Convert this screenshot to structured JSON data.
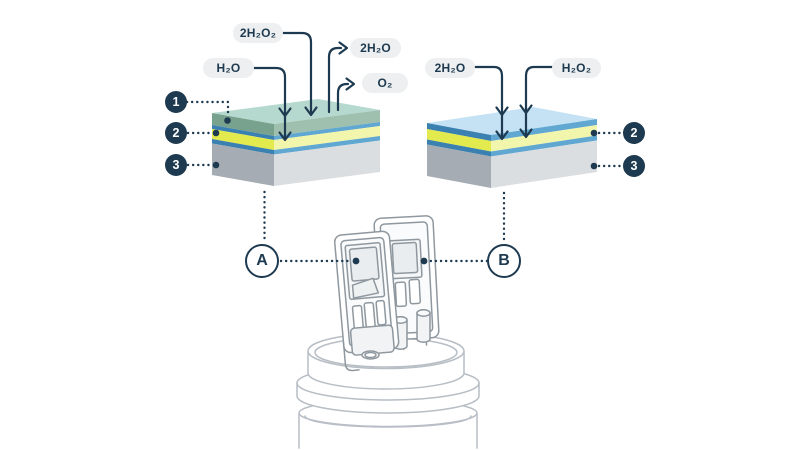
{
  "palette": {
    "navy": "#1e3a50",
    "pill_bg": "#edeff0",
    "device_line": "#b7bec5",
    "chip_line": "#8f989f",
    "slab": {
      "top_a": "#b6d9cf",
      "green_left": "#79a28e",
      "green_right": "#9fc0ae",
      "blue_left": "#3a80b1",
      "blue_right": "#60a7d1",
      "yellow_left": "#e3ea4d",
      "yellow_right": "#f2f6ad",
      "gray_left": "#a6acb3",
      "gray_right": "#dbdee1",
      "top_b": "#c4e2f4"
    }
  },
  "slab_a": {
    "marker": "A",
    "input_labels": [
      "2H₂O₂",
      "H₂O"
    ],
    "output_labels": [
      "2H₂O",
      "O₂"
    ],
    "layer_badges": [
      "1",
      "2",
      "3"
    ]
  },
  "slab_b": {
    "marker": "B",
    "input_labels": [
      "2H₂O",
      "H₂O₂"
    ],
    "layer_badges": [
      "2",
      "3"
    ]
  }
}
